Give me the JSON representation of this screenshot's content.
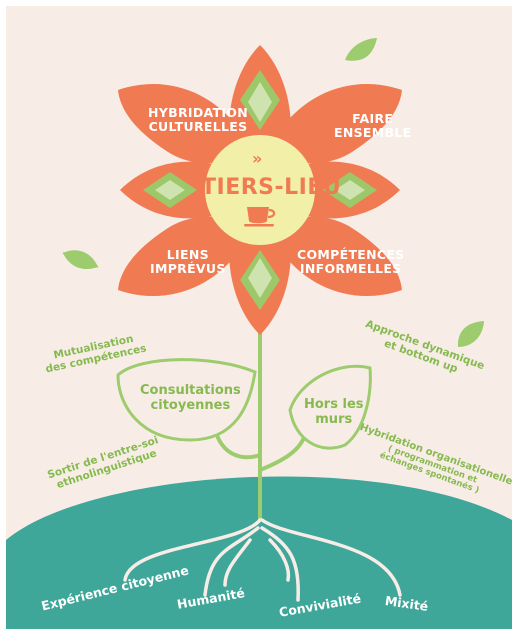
{
  "center": {
    "chevron": "»",
    "title": "TIERS-LIEU",
    "icon": "coffee-cup-icon"
  },
  "petals": {
    "top_left": [
      "HYBRIDATION",
      "CULTURELLES"
    ],
    "top_right": [
      "FAIRE",
      "ENSEMBLE"
    ],
    "bottom_left": [
      "LIENS",
      "IMPRÉVUS"
    ],
    "bottom_right": [
      "COMPÉTENCES",
      "INFORMELLES"
    ]
  },
  "stem_leaves": {
    "left": [
      "Consultations",
      "citoyennes"
    ],
    "right": [
      "Hors les",
      "murs"
    ]
  },
  "side_labels": {
    "left_top": [
      "Mutualisation",
      "des compétences"
    ],
    "left_bottom": [
      "Sortir de l'entre-soi",
      "ethnolinguistique"
    ],
    "right_top": [
      "Approche dynamique",
      "et bottom up"
    ],
    "right_bottom": [
      "Hybridation organisationelle",
      "( programmation et",
      "échanges spontanés )"
    ]
  },
  "roots": [
    "Expérience citoyenne",
    "Humanité",
    "Convivialité",
    "Mixité"
  ],
  "colors": {
    "background": "#f8ede6",
    "petal": "#f07a52",
    "petal_inner_light": "#cfe3b0",
    "petal_inner_mid": "#9cc86a",
    "center": "#f2f0a8",
    "stem": "#9ccc6d",
    "ground": "#3fa69a"
  }
}
